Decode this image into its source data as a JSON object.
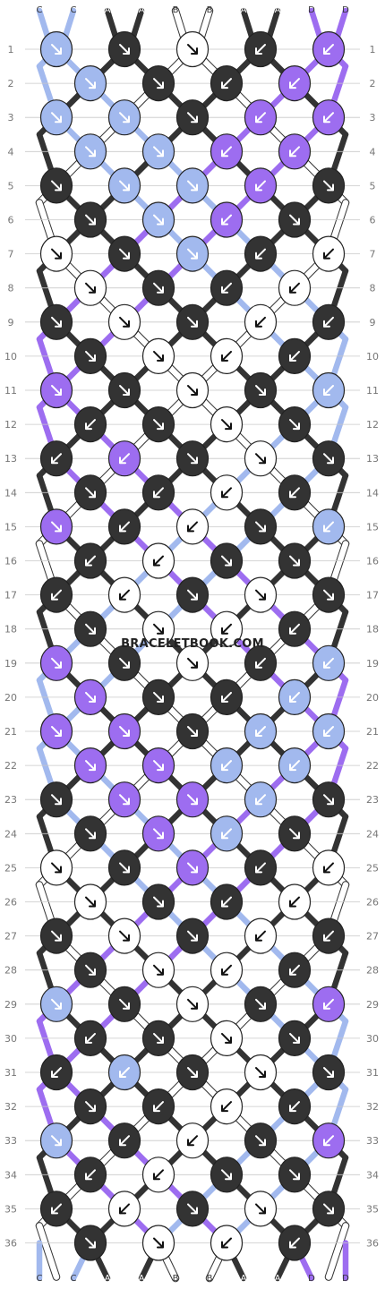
{
  "watermark": "BRACELETBOOK.COM",
  "colors": {
    "A": "#333333",
    "B": "#ffffff",
    "C": "#a2b9ee",
    "D": "#9d6df0"
  },
  "row_count": 36,
  "top_thread_labels": [
    "C",
    "C",
    "A",
    "A",
    "B",
    "B",
    "A",
    "A",
    "D",
    "D"
  ],
  "bottom_thread_labels": [
    "C",
    "C",
    "A",
    "A",
    "B",
    "B",
    "A",
    "A",
    "D",
    "D"
  ],
  "rows": [
    {
      "number": "1",
      "knots": [
        {
          "color": "C",
          "dir": "br"
        },
        {
          "color": "A",
          "dir": "br"
        },
        {
          "color": "B",
          "dir": "br"
        },
        {
          "color": "A",
          "dir": "bl"
        },
        {
          "color": "D",
          "dir": "bl"
        }
      ]
    },
    {
      "number": "2",
      "knots": [
        {
          "color": "C",
          "dir": "br"
        },
        {
          "color": "A",
          "dir": "br"
        },
        {
          "color": "A",
          "dir": "bl"
        },
        {
          "color": "D",
          "dir": "bl"
        }
      ]
    },
    {
      "number": "3",
      "knots": [
        {
          "color": "C",
          "dir": "br"
        },
        {
          "color": "C",
          "dir": "br"
        },
        {
          "color": "A",
          "dir": "br"
        },
        {
          "color": "D",
          "dir": "bl"
        },
        {
          "color": "D",
          "dir": "bl"
        }
      ]
    },
    {
      "number": "4",
      "knots": [
        {
          "color": "C",
          "dir": "br"
        },
        {
          "color": "C",
          "dir": "br"
        },
        {
          "color": "D",
          "dir": "bl"
        },
        {
          "color": "D",
          "dir": "bl"
        }
      ]
    },
    {
      "number": "5",
      "knots": [
        {
          "color": "A",
          "dir": "br"
        },
        {
          "color": "C",
          "dir": "br"
        },
        {
          "color": "C",
          "dir": "br"
        },
        {
          "color": "D",
          "dir": "bl"
        },
        {
          "color": "A",
          "dir": "br"
        }
      ]
    },
    {
      "number": "6",
      "knots": [
        {
          "color": "A",
          "dir": "br"
        },
        {
          "color": "C",
          "dir": "br"
        },
        {
          "color": "D",
          "dir": "bl"
        },
        {
          "color": "A",
          "dir": "br"
        }
      ]
    },
    {
      "number": "7",
      "knots": [
        {
          "color": "B",
          "dir": "br"
        },
        {
          "color": "A",
          "dir": "br"
        },
        {
          "color": "C",
          "dir": "br"
        },
        {
          "color": "A",
          "dir": "bl"
        },
        {
          "color": "B",
          "dir": "bl"
        }
      ]
    },
    {
      "number": "8",
      "knots": [
        {
          "color": "B",
          "dir": "br"
        },
        {
          "color": "A",
          "dir": "br"
        },
        {
          "color": "A",
          "dir": "bl"
        },
        {
          "color": "B",
          "dir": "bl"
        }
      ]
    },
    {
      "number": "9",
      "knots": [
        {
          "color": "A",
          "dir": "br"
        },
        {
          "color": "B",
          "dir": "br"
        },
        {
          "color": "A",
          "dir": "br"
        },
        {
          "color": "B",
          "dir": "bl"
        },
        {
          "color": "A",
          "dir": "bl"
        }
      ]
    },
    {
      "number": "10",
      "knots": [
        {
          "color": "A",
          "dir": "br"
        },
        {
          "color": "B",
          "dir": "br"
        },
        {
          "color": "B",
          "dir": "bl"
        },
        {
          "color": "A",
          "dir": "bl"
        }
      ]
    },
    {
      "number": "11",
      "knots": [
        {
          "color": "D",
          "dir": "br"
        },
        {
          "color": "A",
          "dir": "br"
        },
        {
          "color": "B",
          "dir": "br"
        },
        {
          "color": "A",
          "dir": "br"
        },
        {
          "color": "C",
          "dir": "bl"
        }
      ]
    },
    {
      "number": "12",
      "knots": [
        {
          "color": "A",
          "dir": "bl"
        },
        {
          "color": "A",
          "dir": "br"
        },
        {
          "color": "B",
          "dir": "br"
        },
        {
          "color": "A",
          "dir": "br"
        }
      ]
    },
    {
      "number": "13",
      "knots": [
        {
          "color": "A",
          "dir": "bl"
        },
        {
          "color": "D",
          "dir": "bl"
        },
        {
          "color": "A",
          "dir": "br"
        },
        {
          "color": "B",
          "dir": "br"
        },
        {
          "color": "A",
          "dir": "br"
        }
      ]
    },
    {
      "number": "14",
      "knots": [
        {
          "color": "A",
          "dir": "br"
        },
        {
          "color": "A",
          "dir": "bl"
        },
        {
          "color": "B",
          "dir": "bl"
        },
        {
          "color": "A",
          "dir": "bl"
        }
      ]
    },
    {
      "number": "15",
      "knots": [
        {
          "color": "D",
          "dir": "br"
        },
        {
          "color": "A",
          "dir": "bl"
        },
        {
          "color": "B",
          "dir": "bl"
        },
        {
          "color": "A",
          "dir": "br"
        },
        {
          "color": "C",
          "dir": "bl"
        }
      ]
    },
    {
      "number": "16",
      "knots": [
        {
          "color": "A",
          "dir": "bl"
        },
        {
          "color": "B",
          "dir": "bl"
        },
        {
          "color": "A",
          "dir": "br"
        },
        {
          "color": "A",
          "dir": "br"
        }
      ]
    },
    {
      "number": "17",
      "knots": [
        {
          "color": "A",
          "dir": "bl"
        },
        {
          "color": "B",
          "dir": "bl"
        },
        {
          "color": "A",
          "dir": "br"
        },
        {
          "color": "B",
          "dir": "br"
        },
        {
          "color": "A",
          "dir": "br"
        }
      ]
    },
    {
      "number": "18",
      "knots": [
        {
          "color": "A",
          "dir": "br"
        },
        {
          "color": "B",
          "dir": "br"
        },
        {
          "color": "B",
          "dir": "bl"
        },
        {
          "color": "A",
          "dir": "bl"
        }
      ]
    },
    {
      "number": "19",
      "knots": [
        {
          "color": "D",
          "dir": "br"
        },
        {
          "color": "A",
          "dir": "br"
        },
        {
          "color": "B",
          "dir": "br"
        },
        {
          "color": "A",
          "dir": "bl"
        },
        {
          "color": "C",
          "dir": "bl"
        }
      ]
    },
    {
      "number": "20",
      "knots": [
        {
          "color": "D",
          "dir": "br"
        },
        {
          "color": "A",
          "dir": "br"
        },
        {
          "color": "A",
          "dir": "bl"
        },
        {
          "color": "C",
          "dir": "bl"
        }
      ]
    },
    {
      "number": "21",
      "knots": [
        {
          "color": "D",
          "dir": "br"
        },
        {
          "color": "D",
          "dir": "br"
        },
        {
          "color": "A",
          "dir": "br"
        },
        {
          "color": "C",
          "dir": "bl"
        },
        {
          "color": "C",
          "dir": "bl"
        }
      ]
    },
    {
      "number": "22",
      "knots": [
        {
          "color": "D",
          "dir": "br"
        },
        {
          "color": "D",
          "dir": "br"
        },
        {
          "color": "C",
          "dir": "bl"
        },
        {
          "color": "C",
          "dir": "bl"
        }
      ]
    },
    {
      "number": "23",
      "knots": [
        {
          "color": "A",
          "dir": "br"
        },
        {
          "color": "D",
          "dir": "br"
        },
        {
          "color": "D",
          "dir": "br"
        },
        {
          "color": "C",
          "dir": "bl"
        },
        {
          "color": "A",
          "dir": "br"
        }
      ]
    },
    {
      "number": "24",
      "knots": [
        {
          "color": "A",
          "dir": "br"
        },
        {
          "color": "D",
          "dir": "br"
        },
        {
          "color": "C",
          "dir": "bl"
        },
        {
          "color": "A",
          "dir": "br"
        }
      ]
    },
    {
      "number": "25",
      "knots": [
        {
          "color": "B",
          "dir": "br"
        },
        {
          "color": "A",
          "dir": "br"
        },
        {
          "color": "D",
          "dir": "br"
        },
        {
          "color": "A",
          "dir": "bl"
        },
        {
          "color": "B",
          "dir": "bl"
        }
      ]
    },
    {
      "number": "26",
      "knots": [
        {
          "color": "B",
          "dir": "br"
        },
        {
          "color": "A",
          "dir": "br"
        },
        {
          "color": "A",
          "dir": "bl"
        },
        {
          "color": "B",
          "dir": "bl"
        }
      ]
    },
    {
      "number": "27",
      "knots": [
        {
          "color": "A",
          "dir": "br"
        },
        {
          "color": "B",
          "dir": "br"
        },
        {
          "color": "A",
          "dir": "br"
        },
        {
          "color": "B",
          "dir": "bl"
        },
        {
          "color": "A",
          "dir": "bl"
        }
      ]
    },
    {
      "number": "28",
      "knots": [
        {
          "color": "A",
          "dir": "br"
        },
        {
          "color": "B",
          "dir": "br"
        },
        {
          "color": "B",
          "dir": "bl"
        },
        {
          "color": "A",
          "dir": "bl"
        }
      ]
    },
    {
      "number": "29",
      "knots": [
        {
          "color": "C",
          "dir": "br"
        },
        {
          "color": "A",
          "dir": "br"
        },
        {
          "color": "B",
          "dir": "br"
        },
        {
          "color": "A",
          "dir": "br"
        },
        {
          "color": "D",
          "dir": "bl"
        }
      ]
    },
    {
      "number": "30",
      "knots": [
        {
          "color": "A",
          "dir": "bl"
        },
        {
          "color": "A",
          "dir": "br"
        },
        {
          "color": "B",
          "dir": "br"
        },
        {
          "color": "A",
          "dir": "br"
        }
      ]
    },
    {
      "number": "31",
      "knots": [
        {
          "color": "A",
          "dir": "bl"
        },
        {
          "color": "C",
          "dir": "bl"
        },
        {
          "color": "A",
          "dir": "br"
        },
        {
          "color": "B",
          "dir": "br"
        },
        {
          "color": "A",
          "dir": "br"
        }
      ]
    },
    {
      "number": "32",
      "knots": [
        {
          "color": "A",
          "dir": "br"
        },
        {
          "color": "A",
          "dir": "bl"
        },
        {
          "color": "B",
          "dir": "bl"
        },
        {
          "color": "A",
          "dir": "bl"
        }
      ]
    },
    {
      "number": "33",
      "knots": [
        {
          "color": "C",
          "dir": "br"
        },
        {
          "color": "A",
          "dir": "bl"
        },
        {
          "color": "B",
          "dir": "bl"
        },
        {
          "color": "A",
          "dir": "br"
        },
        {
          "color": "D",
          "dir": "bl"
        }
      ]
    },
    {
      "number": "34",
      "knots": [
        {
          "color": "A",
          "dir": "bl"
        },
        {
          "color": "B",
          "dir": "bl"
        },
        {
          "color": "A",
          "dir": "br"
        },
        {
          "color": "A",
          "dir": "br"
        }
      ]
    },
    {
      "number": "35",
      "knots": [
        {
          "color": "A",
          "dir": "bl"
        },
        {
          "color": "B",
          "dir": "bl"
        },
        {
          "color": "A",
          "dir": "br"
        },
        {
          "color": "B",
          "dir": "br"
        },
        {
          "color": "A",
          "dir": "br"
        }
      ]
    },
    {
      "number": "36",
      "knots": [
        {
          "color": "A",
          "dir": "br"
        },
        {
          "color": "B",
          "dir": "br"
        },
        {
          "color": "B",
          "dir": "bl"
        },
        {
          "color": "A",
          "dir": "bl"
        }
      ]
    }
  ]
}
